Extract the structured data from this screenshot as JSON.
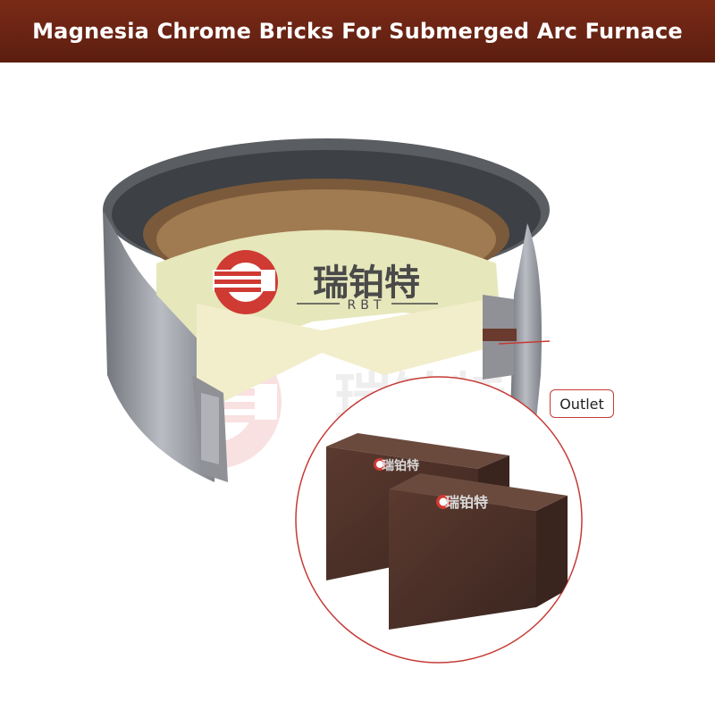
{
  "header": {
    "title": "Magnesia Chrome Bricks For Submerged Arc Furnace"
  },
  "logo": {
    "chinese_text": "瑞铂特",
    "latin_text": "RBT"
  },
  "furnace": {
    "callout_label": "Outlet"
  },
  "colors": {
    "banner": "#6b2313",
    "accent": "#c53a35",
    "brick": "#4a3229"
  }
}
